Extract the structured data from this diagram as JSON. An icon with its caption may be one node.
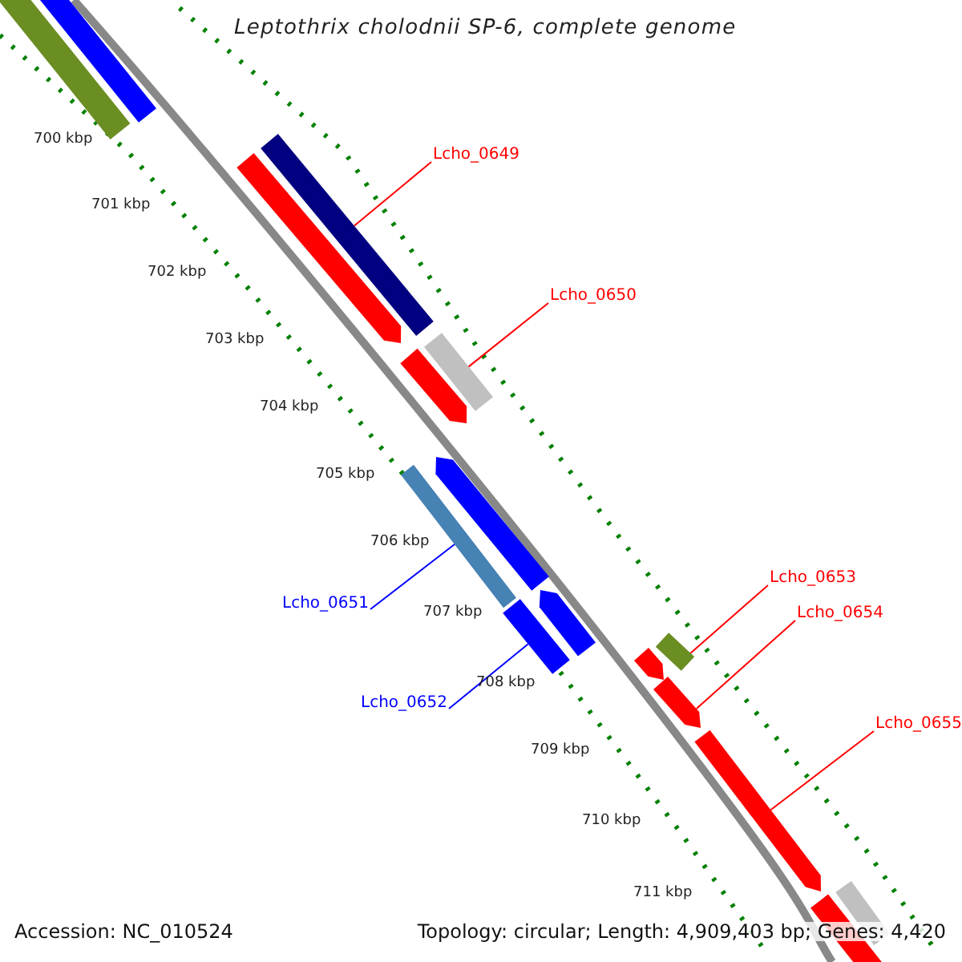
{
  "diagram": {
    "title": "Leptothrix cholodnii SP-6, complete genome",
    "nodes": [
      {
        "text": [
          "Lcho_0649"
        ]
      },
      {
        "text": [
          "Lcho_0650"
        ]
      },
      {
        "text": [
          "Lcho_0651"
        ]
      },
      {
        "text": [
          "Lcho_0652"
        ]
      },
      {
        "text": [
          "Lcho_0653"
        ]
      },
      {
        "text": [
          "Lcho_0654"
        ]
      },
      {
        "text": [
          "Lcho_0655"
        ]
      },
      {
        "text": [],
        "shape": "bar"
      },
      {
        "text": [],
        "shape": "bar"
      },
      {
        "text": [],
        "shape": "bar"
      },
      {
        "text": [],
        "shape": "bar"
      },
      {
        "text": [],
        "shape": "bar"
      },
      {
        "text": [],
        "shape": "bar"
      },
      {
        "text": [],
        "shape": "bar"
      },
      {
        "text": [],
        "shape": "bar"
      },
      {
        "text": [],
        "shape": "bar"
      },
      {
        "text": [],
        "shape": "bar"
      },
      {
        "text": [],
        "shape": "bar"
      },
      {
        "text": [],
        "shape": "bar"
      },
      {
        "text": [],
        "shape": "bar"
      },
      {
        "text": [],
        "shape": "bar"
      },
      {
        "text": [],
        "shape": "bar"
      },
      {
        "text": [],
        "shape": "bar"
      }
    ],
    "edges": [
      {
        "from": 0,
        "to": 7,
        "arrow": "none"
      },
      {
        "from": 1,
        "to": 8,
        "arrow": "none"
      },
      {
        "from": 2,
        "to": 9,
        "arrow": "none",
        "color": "#0000ff"
      },
      {
        "from": 3,
        "to": 10,
        "arrow": "none",
        "color": "#0000ff"
      },
      {
        "from": 4,
        "to": 11,
        "arrow": "none"
      },
      {
        "from": 5,
        "to": 12,
        "arrow": "none"
      },
      {
        "from": 6,
        "to": 13,
        "arrow": "none"
      }
    ],
    "labels": [
      "700 kbp",
      "701 kbp",
      "702 kbp",
      "703 kbp",
      "704 kbp",
      "705 kbp",
      "706 kbp",
      "707 kbp",
      "708 kbp",
      "709 kbp",
      "710 kbp",
      "711 kbp",
      "Accession: NC_010524",
      "Topology: circular; Length: 4,909,403 bp; Genes: 4,420"
    ]
  }
}
